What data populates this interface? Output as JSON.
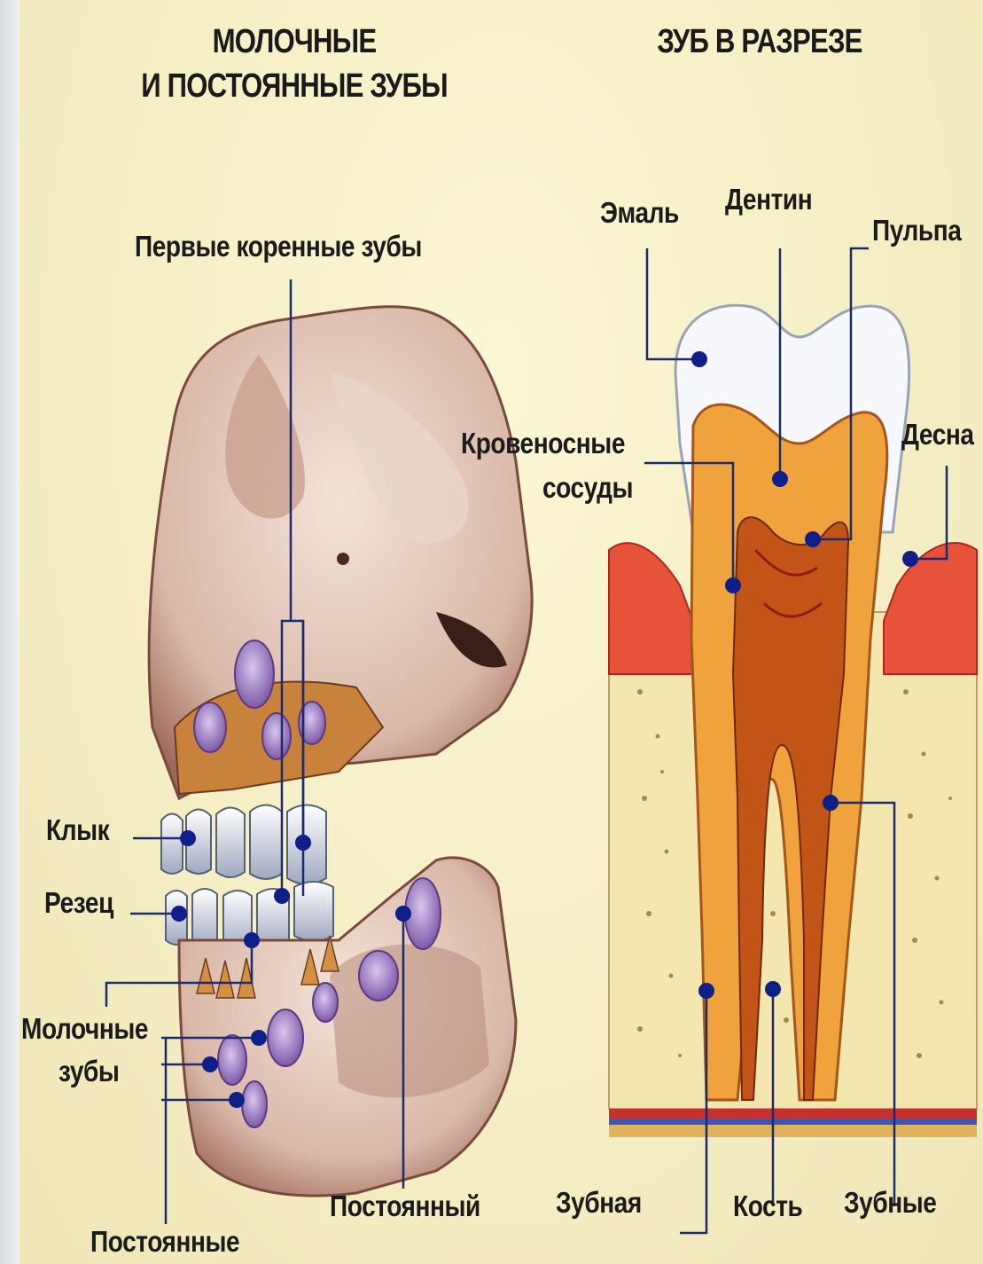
{
  "titles": {
    "left_line1": "МОЛОЧНЫЕ",
    "left_line2": "И ПОСТОЯННЫЕ ЗУБЫ",
    "right": "ЗУБ В РАЗРЕЗЕ"
  },
  "skull_labels": {
    "first_molars": "Первые коренные зубы",
    "canine": "Клык",
    "incisor": "Резец",
    "milk_teeth_line1": "Молочные",
    "milk_teeth_line2": "зубы",
    "permanent_plural": "Постоянные",
    "permanent_single": "Постоянный"
  },
  "tooth_labels": {
    "enamel": "Эмаль",
    "dentin": "Дентин",
    "pulp": "Пульпа",
    "gum": "Десна",
    "blood_vessels_line1": "Кровеносные",
    "blood_vessels_line2": "сосуды",
    "dental": "Зубная",
    "bone": "Кость",
    "dental_plural": "Зубные"
  },
  "colors": {
    "background": "#f3edc6",
    "leader_line": "#1c2a6e",
    "dot": "#0f1f8a",
    "bone": "#e8d3c8",
    "bone_shadow": "#a06a5e",
    "tooth_bud": "#a68fc8",
    "enamel": "#f4f6fb",
    "dentin": "#f0a23c",
    "pulp": "#c8561a",
    "gum": "#d9352b",
    "jaw_bone": "#f3e7b0"
  }
}
